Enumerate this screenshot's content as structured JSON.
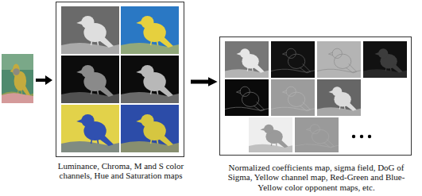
{
  "diagram": {
    "nodes": [
      {
        "text": [
          "Luminance, Chroma, M and S color channels, Hue and Saturation maps"
        ]
      },
      {
        "text": [
          "Normalized coefficients map, sigma field, DoG of Sigma, Yellow channel map, Red-Green and Blue-Yellow color opponent maps, etc."
        ]
      }
    ],
    "edges": [
      {
        "from": 0,
        "to": 1,
        "arrow": "to"
      }
    ]
  }
}
